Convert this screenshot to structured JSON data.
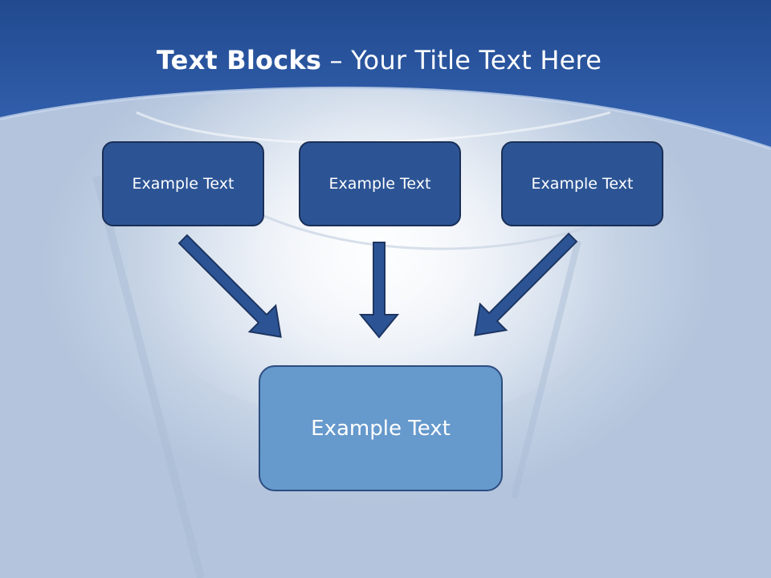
{
  "title": {
    "bold": "Text Blocks",
    "dash": "–",
    "rest": "Your Title Text Here"
  },
  "blocks": [
    {
      "label": "Example Text"
    },
    {
      "label": "Example Text"
    },
    {
      "label": "Example Text"
    }
  ],
  "target": {
    "label": "Example Text"
  },
  "colors": {
    "header": "#2b58a6",
    "block_fill": "#2c5495",
    "block_border": "#1a2f56",
    "target_fill": "#6699cc",
    "arrow_fill": "#2c5495",
    "arrow_stroke": "#1d3561"
  }
}
